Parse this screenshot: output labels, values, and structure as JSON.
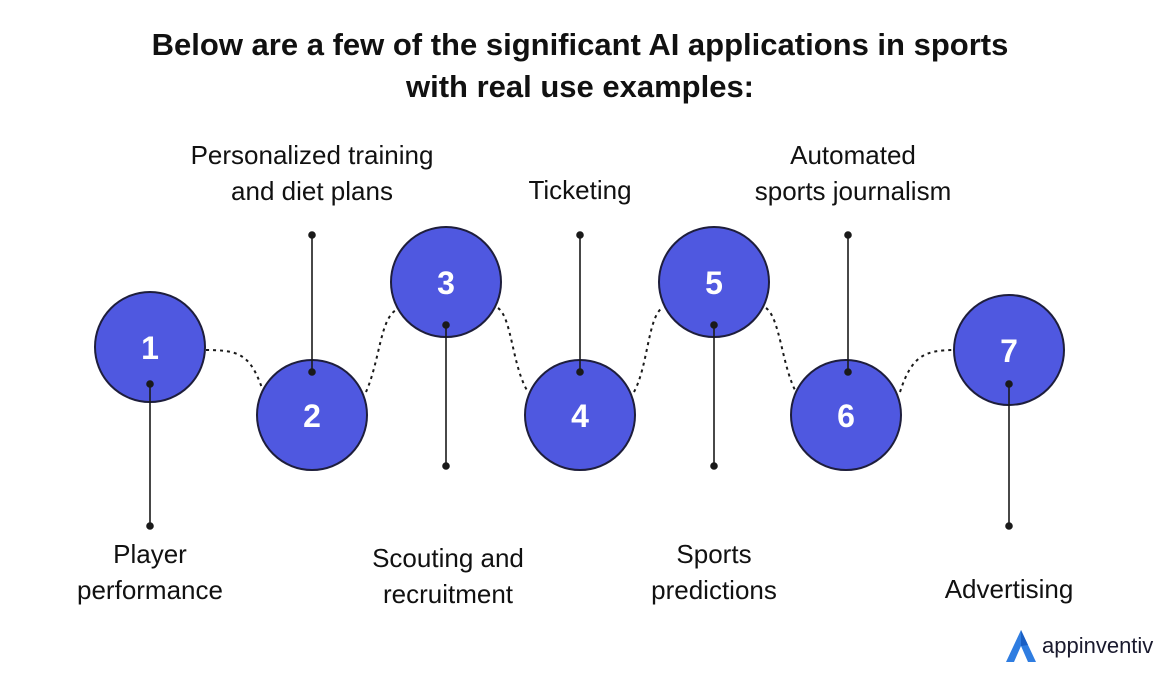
{
  "title": {
    "line1": "Below are a few of the significant AI applications in sports",
    "line2": "with real use examples:"
  },
  "colors": {
    "node_fill": "#4f58e0",
    "node_stroke": "#1e1e3c",
    "line": "#1a1a1a",
    "logo_accent": "#2f7de1"
  },
  "steps": [
    {
      "number": "1",
      "label_line1": "Player",
      "label_line2": "performance"
    },
    {
      "number": "2",
      "label_line1": "Personalized training",
      "label_line2": "and diet plans"
    },
    {
      "number": "3",
      "label_line1": "Scouting and",
      "label_line2": "recruitment"
    },
    {
      "number": "4",
      "label_line1": "Ticketing",
      "label_line2": ""
    },
    {
      "number": "5",
      "label_line1": "Sports",
      "label_line2": "predictions"
    },
    {
      "number": "6",
      "label_line1": "Automated",
      "label_line2": "sports journalism"
    },
    {
      "number": "7",
      "label_line1": "Advertising",
      "label_line2": ""
    }
  ],
  "logo": {
    "text": "appinventiv",
    "icon": "appinventiv-a-icon"
  }
}
